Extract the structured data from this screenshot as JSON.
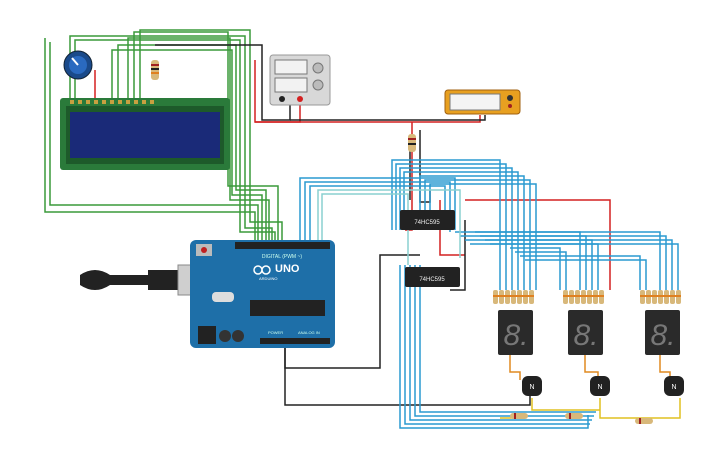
{
  "board": {
    "brand": "UNO",
    "sub_brand": "ARDUINO",
    "digital_label": "DIGITAL (PWM ~)",
    "power_label": "POWER",
    "analog_label": "ANALOG IN"
  },
  "shift_registers": [
    {
      "label": "74HC595"
    },
    {
      "label": "74HC595"
    }
  ],
  "transistors": [
    {
      "label": "N"
    },
    {
      "label": "N"
    },
    {
      "label": "N"
    }
  ],
  "digit_displays": [
    {
      "glyph": "8."
    },
    {
      "glyph": "8."
    },
    {
      "glyph": "8."
    }
  ],
  "colors": {
    "wire_green": "#3a9a3a",
    "wire_blue": "#2a9ad0",
    "wire_red": "#d42020",
    "wire_black": "#222222",
    "wire_orange": "#e08a20",
    "wire_yellow": "#e0c020",
    "arduino": "#1e6fa8",
    "lcd": "#2a7a3a",
    "multimeter": "#e8a020"
  }
}
